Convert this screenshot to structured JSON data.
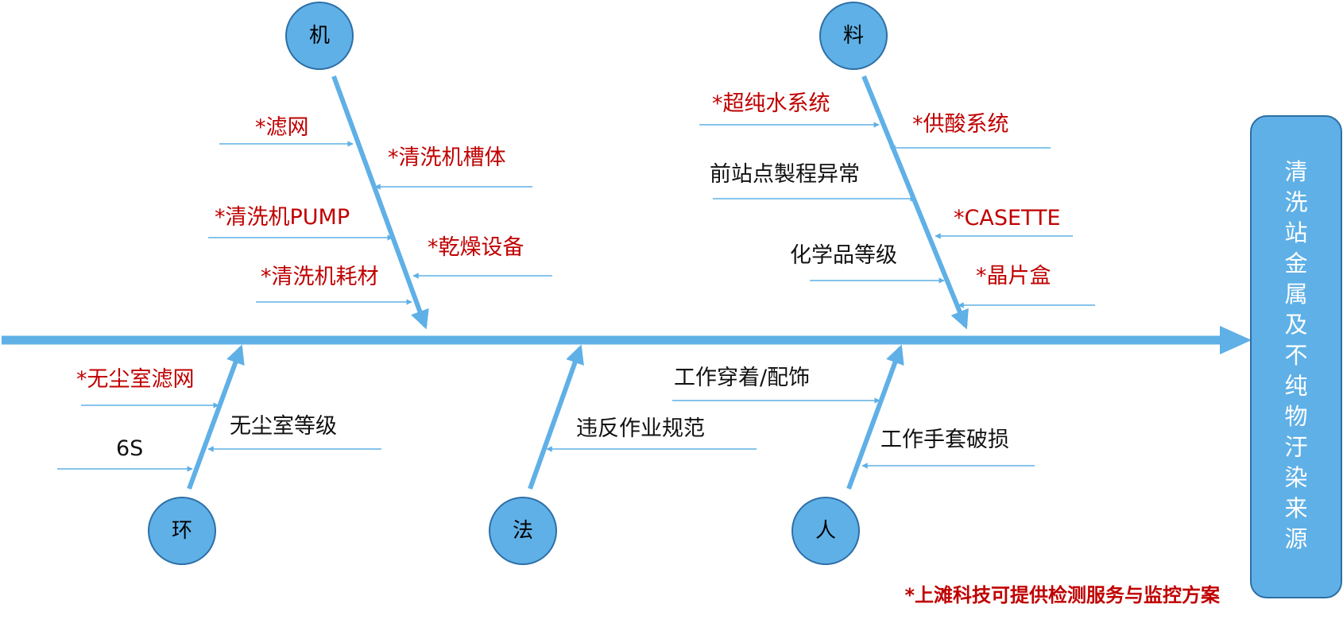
{
  "colors": {
    "line": "#5fb0e6",
    "box": "#5fb0e6",
    "box_border": "#2d6fa6",
    "circle": "#5fb0e6",
    "red": "#c00000",
    "black": "#111111"
  },
  "effect": {
    "label": "清洗站金属及不纯物汙染来源"
  },
  "categories": {
    "machine": "机",
    "material": "料",
    "environment": "环",
    "method": "法",
    "people": "人"
  },
  "causes": {
    "machine": [
      "*滤网",
      "*清洗机槽体",
      "*清洗机PUMP",
      "*乾燥设备",
      "*清洗机耗材"
    ],
    "material": [
      "*超纯水系统",
      "*供酸系统",
      "前站点製程异常",
      "*CASETTE",
      "化学品等级",
      "*晶片盒"
    ],
    "environment": [
      "*无尘室滤网",
      "无尘室等级",
      "6S"
    ],
    "method": [
      "违反作业规范"
    ],
    "people": [
      "工作穿着/配饰",
      "工作手套破损"
    ]
  },
  "footnote": "*上滩科技可提供检测服务与监控方案"
}
